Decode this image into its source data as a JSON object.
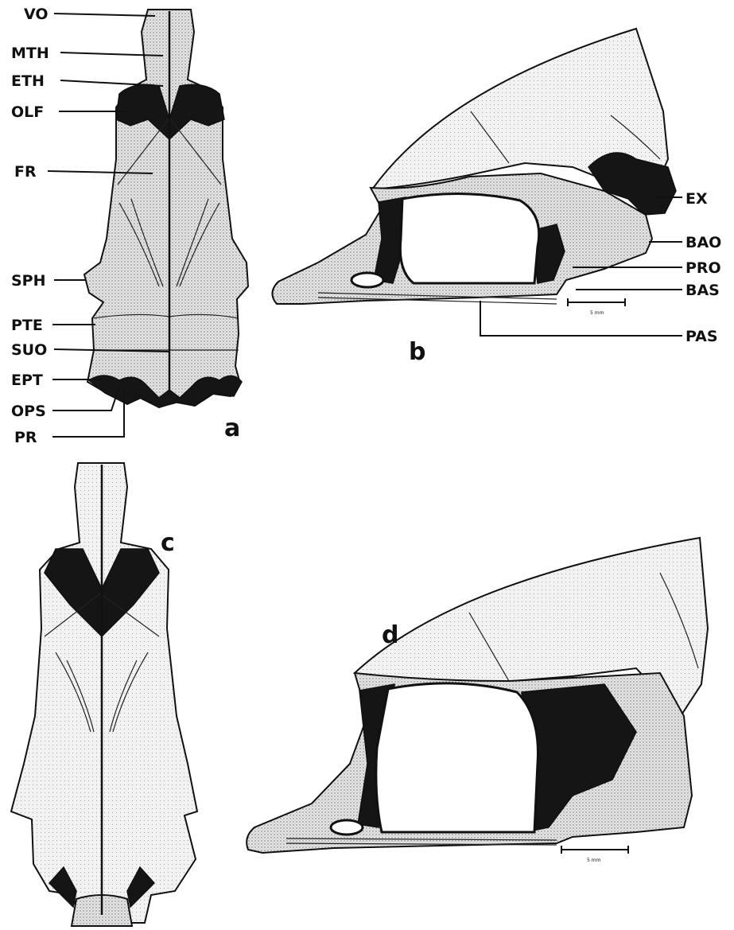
{
  "figure": {
    "panels": [
      {
        "id": "a",
        "letter": "a",
        "view": "dorsal"
      },
      {
        "id": "b",
        "letter": "b",
        "view": "lateral"
      },
      {
        "id": "c",
        "letter": "c",
        "view": "dorsal"
      },
      {
        "id": "d",
        "letter": "d",
        "view": "lateral"
      }
    ],
    "labels_a": [
      "VO",
      "MTH",
      "ETH",
      "OLF",
      "FR",
      "SPH",
      "PTE",
      "SUO",
      "EPT",
      "OPS",
      "PR"
    ],
    "labels_b": [
      "EX",
      "BAO",
      "PRO",
      "BAS",
      "PAS"
    ],
    "scale_b": "5 mm",
    "scale_d": "5 mm",
    "colors": {
      "ink": "#111111",
      "paper": "#ffffff",
      "stipple": "#c8c8c8"
    }
  }
}
